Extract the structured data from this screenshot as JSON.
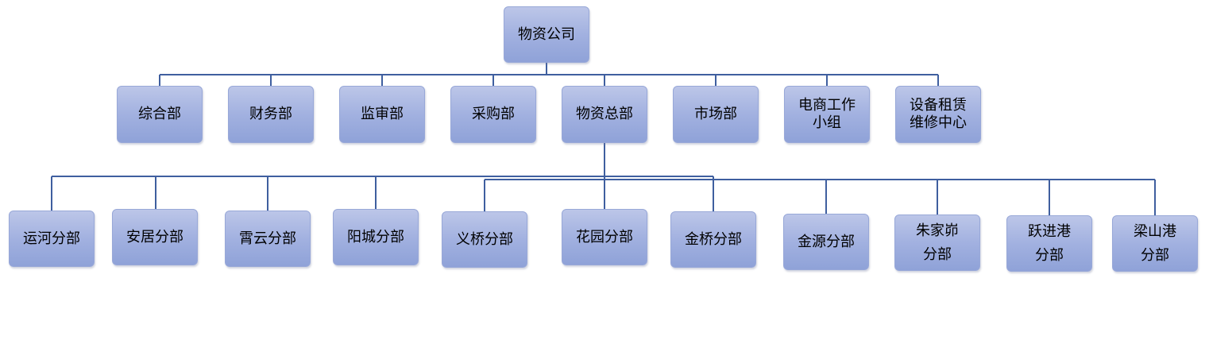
{
  "root": {
    "label": "物资公司"
  },
  "departments": [
    {
      "label": "综合部"
    },
    {
      "label": "财务部"
    },
    {
      "label": "监审部"
    },
    {
      "label": "采购部"
    },
    {
      "label": "物资总部"
    },
    {
      "label": "市场部"
    },
    {
      "label": "电商工作\n小组"
    },
    {
      "label": "设备租赁\n维修中心"
    }
  ],
  "branches": [
    {
      "label": "运河分部"
    },
    {
      "label": "安居分部"
    },
    {
      "label": "霄云分部"
    },
    {
      "label": "阳城分部"
    },
    {
      "label": "义桥分部"
    },
    {
      "label": "花园分部"
    },
    {
      "label": "金桥分部"
    },
    {
      "label": "金源分部"
    },
    {
      "label": "朱家峁\n分部"
    },
    {
      "label": "跃进港\n分部"
    },
    {
      "label": "梁山港\n分部"
    }
  ],
  "colors": {
    "line": "#3f5f9f",
    "box_top": "#bcc6e8",
    "box_bottom": "#8fa2d8"
  }
}
